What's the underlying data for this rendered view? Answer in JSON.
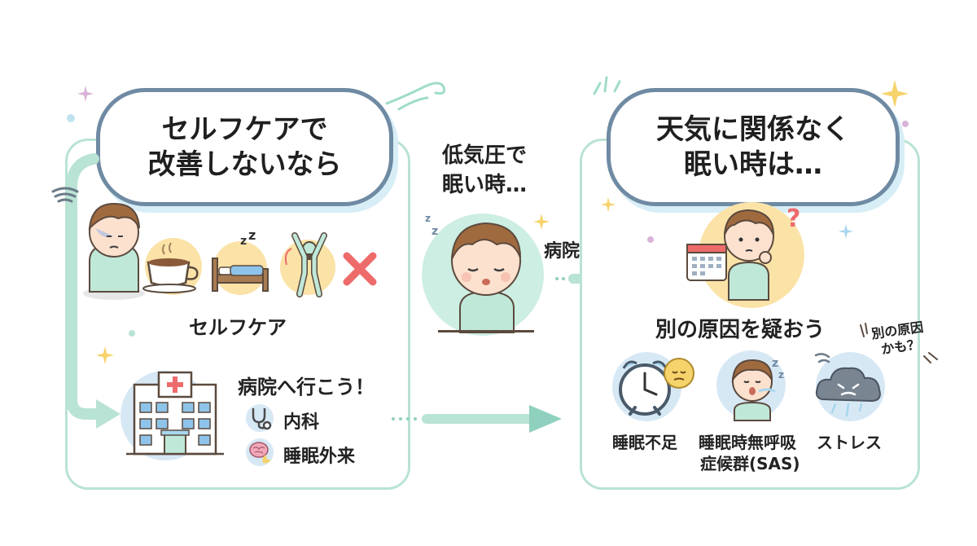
{
  "left": {
    "bubble_line1": "セルフケアで",
    "bubble_line2": "改善しないなら",
    "selfcare_label": "セルフケア",
    "hospital_title": "病院へ行こう！",
    "dept1": "内科",
    "dept2": "睡眠外来"
  },
  "middle": {
    "title_line1": "低気圧で",
    "title_line2": "眠い時…",
    "question": "病院？"
  },
  "right": {
    "bubble_line1": "天気に関係なく",
    "bubble_line2": "眠い時は…",
    "heading": "別の原因を疑おう",
    "side_note_line1": "別の原因",
    "side_note_line2": "かも？",
    "causes": [
      {
        "line1": "睡眠不足",
        "line2": ""
      },
      {
        "line1": "睡眠時無呼吸",
        "line2": "症候群(SAS)"
      },
      {
        "line1": "ストレス",
        "line2": ""
      }
    ]
  },
  "colors": {
    "panel_border": "#b9e3d4",
    "bubble_border": "#6f8aa3",
    "arrow": "#8fd0bf",
    "cross": "#ee6b6b",
    "yellow": "#fbe3a8",
    "mint": "#cdeee2",
    "blue": "#d7e8f5"
  }
}
